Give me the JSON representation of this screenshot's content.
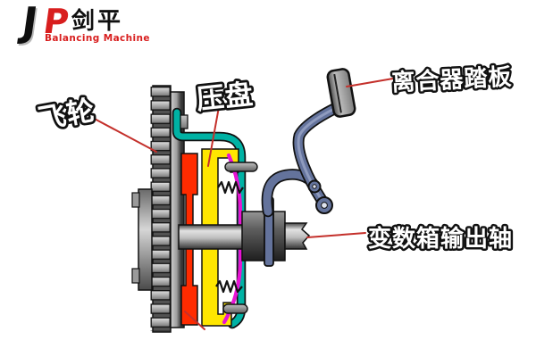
{
  "logo": {
    "mark_j": "J",
    "mark_p": "P",
    "name_cn": "剑平",
    "tagline": "Balancing Machine"
  },
  "labels": {
    "flywheel": "飞轮",
    "pressure_plate": "压盘",
    "clutch_pedal": "离合器踏板",
    "gearbox_output_shaft": "变数箱输出轴"
  },
  "colors": {
    "cover_teal": "#00b2a4",
    "pressure_plate_yellow": "#ffe600",
    "clutch_disc_red": "#ff2b00",
    "diaphragm_magenta": "#e714d4",
    "pedal_slate": "#64739c",
    "annotation_red": "#c4302b",
    "logo_red": "#d81e1e"
  }
}
